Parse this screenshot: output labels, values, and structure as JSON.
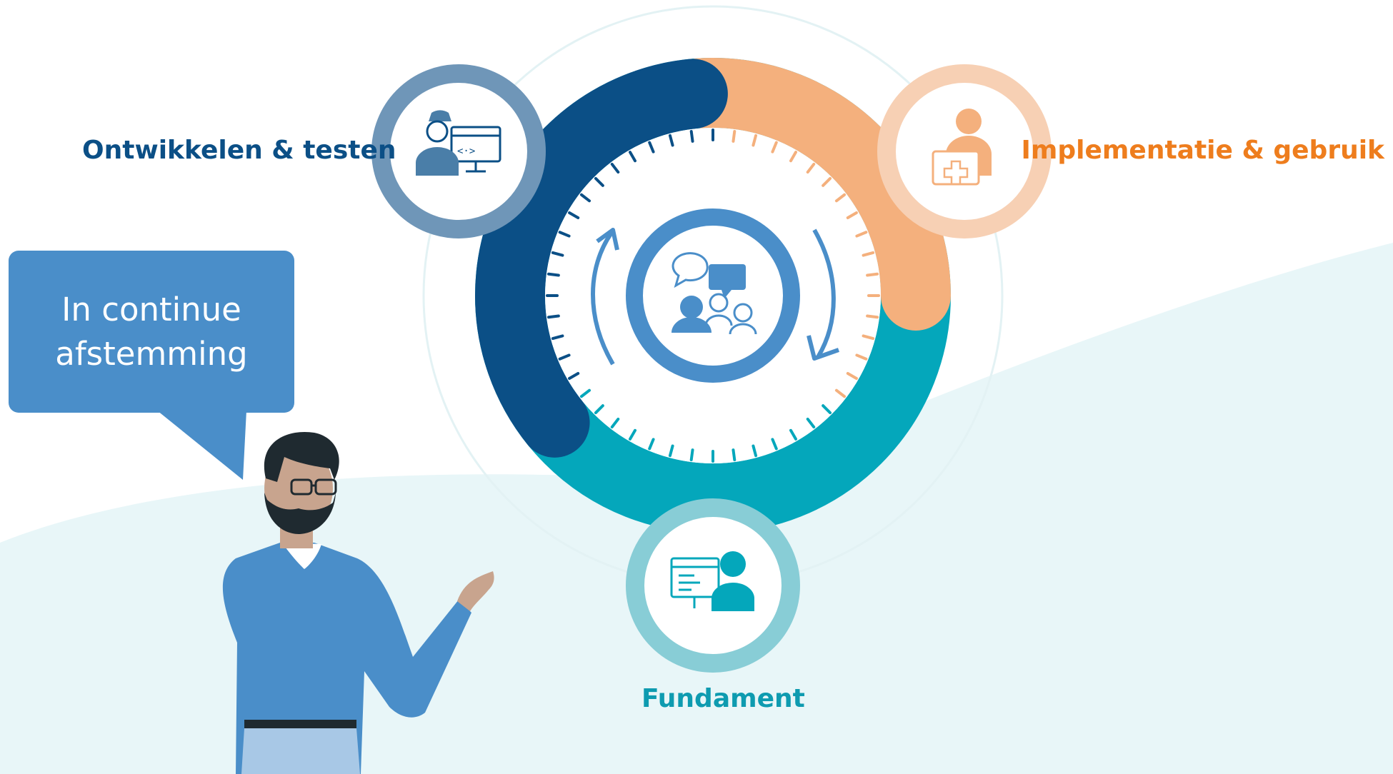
{
  "speech_bubble": {
    "text": "In continue afstemming"
  },
  "stages": {
    "develop": {
      "label": "Ontwikkelen & testen",
      "icon": "developer-coding-icon",
      "color": "#0b4f86"
    },
    "implement": {
      "label": "Implementatie & gebruik",
      "icon": "doctor-medical-case-icon",
      "color": "#ee7d1d"
    },
    "foundation": {
      "label": "Fundament",
      "icon": "person-at-computer-icon",
      "color": "#0e9bb0"
    }
  },
  "center": {
    "icon": "group-conversation-icon"
  },
  "colors": {
    "dark_blue": "#0b4f86",
    "orange": "#f4b07d",
    "teal": "#04a7bb",
    "bubble_blue": "#4a8ec9",
    "light_background": "#e8f6f8"
  }
}
